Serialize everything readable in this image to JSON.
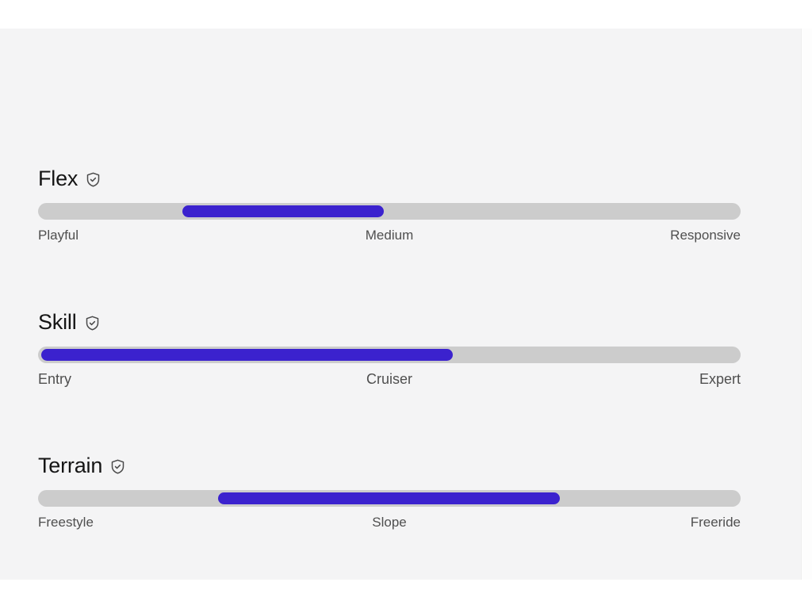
{
  "theme": {
    "page_background": "#ffffff",
    "pane_background": "#f4f4f5",
    "track_color": "#cccccc",
    "fill_color": "#3b22ce",
    "title_color": "#151515",
    "label_color": "#4f4f4f"
  },
  "sliders": [
    {
      "id": "flex",
      "title": "Flex",
      "verified_icon": "shield-check-icon",
      "fill": {
        "start_pct": 20.5,
        "end_pct": 49.2
      },
      "scale": {
        "low": "Playful",
        "mid": "Medium",
        "high": "Responsive"
      }
    },
    {
      "id": "skill",
      "title": "Skill",
      "verified_icon": "shield-check-icon",
      "fill": {
        "start_pct": 0.5,
        "end_pct": 59.0
      },
      "scale": {
        "low": "Entry",
        "mid": "Cruiser",
        "high": "Expert"
      }
    },
    {
      "id": "terrain",
      "title": "Terrain",
      "verified_icon": "shield-check-icon",
      "fill": {
        "start_pct": 25.6,
        "end_pct": 74.3
      },
      "scale": {
        "low": "Freestyle",
        "mid": "Slope",
        "high": "Freeride"
      }
    }
  ]
}
